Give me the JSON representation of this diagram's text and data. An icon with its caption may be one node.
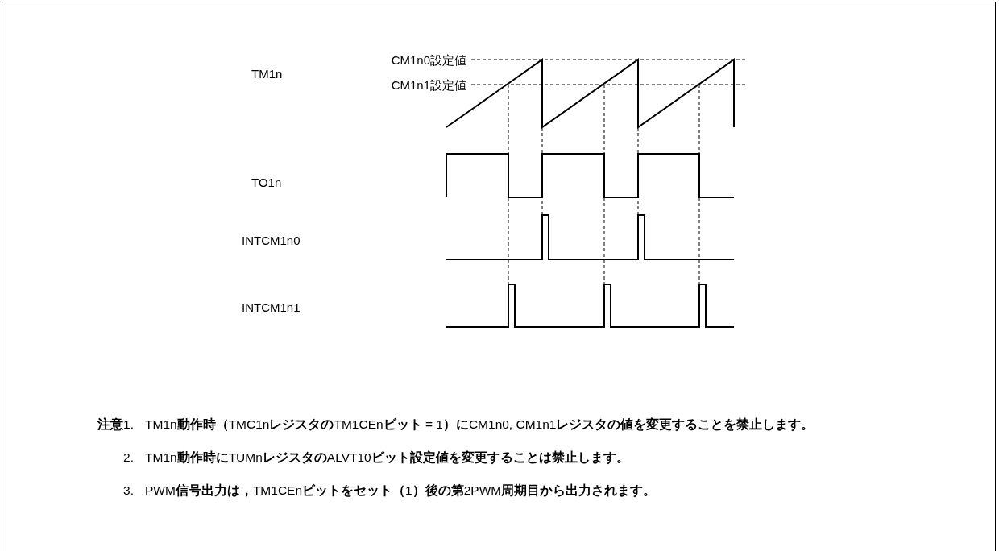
{
  "diagram": {
    "labels": [
      "CM1n0設定値",
      "CM1n1設定値",
      "TM1n",
      "TO1n",
      "INTCM1n0",
      "INTCM1n1",
      "**注意**1.",
      "TM1n**動作時（**TMC1n**レジスタの**TM1CEn**ビット** = 1**）に**CM1n0, CM1n1**レジスタの値を変更することを禁止します。**",
      "2.",
      "TM1n**動作時に**TUMn**レジスタの**ALVT10**ビット設定値を変更することは禁止します。**",
      "3.",
      "PWM**信号出力は，**TM1CEn**ビットをセット（**1**）後の第**2PWM**周期目から出力されます。**"
    ]
  }
}
